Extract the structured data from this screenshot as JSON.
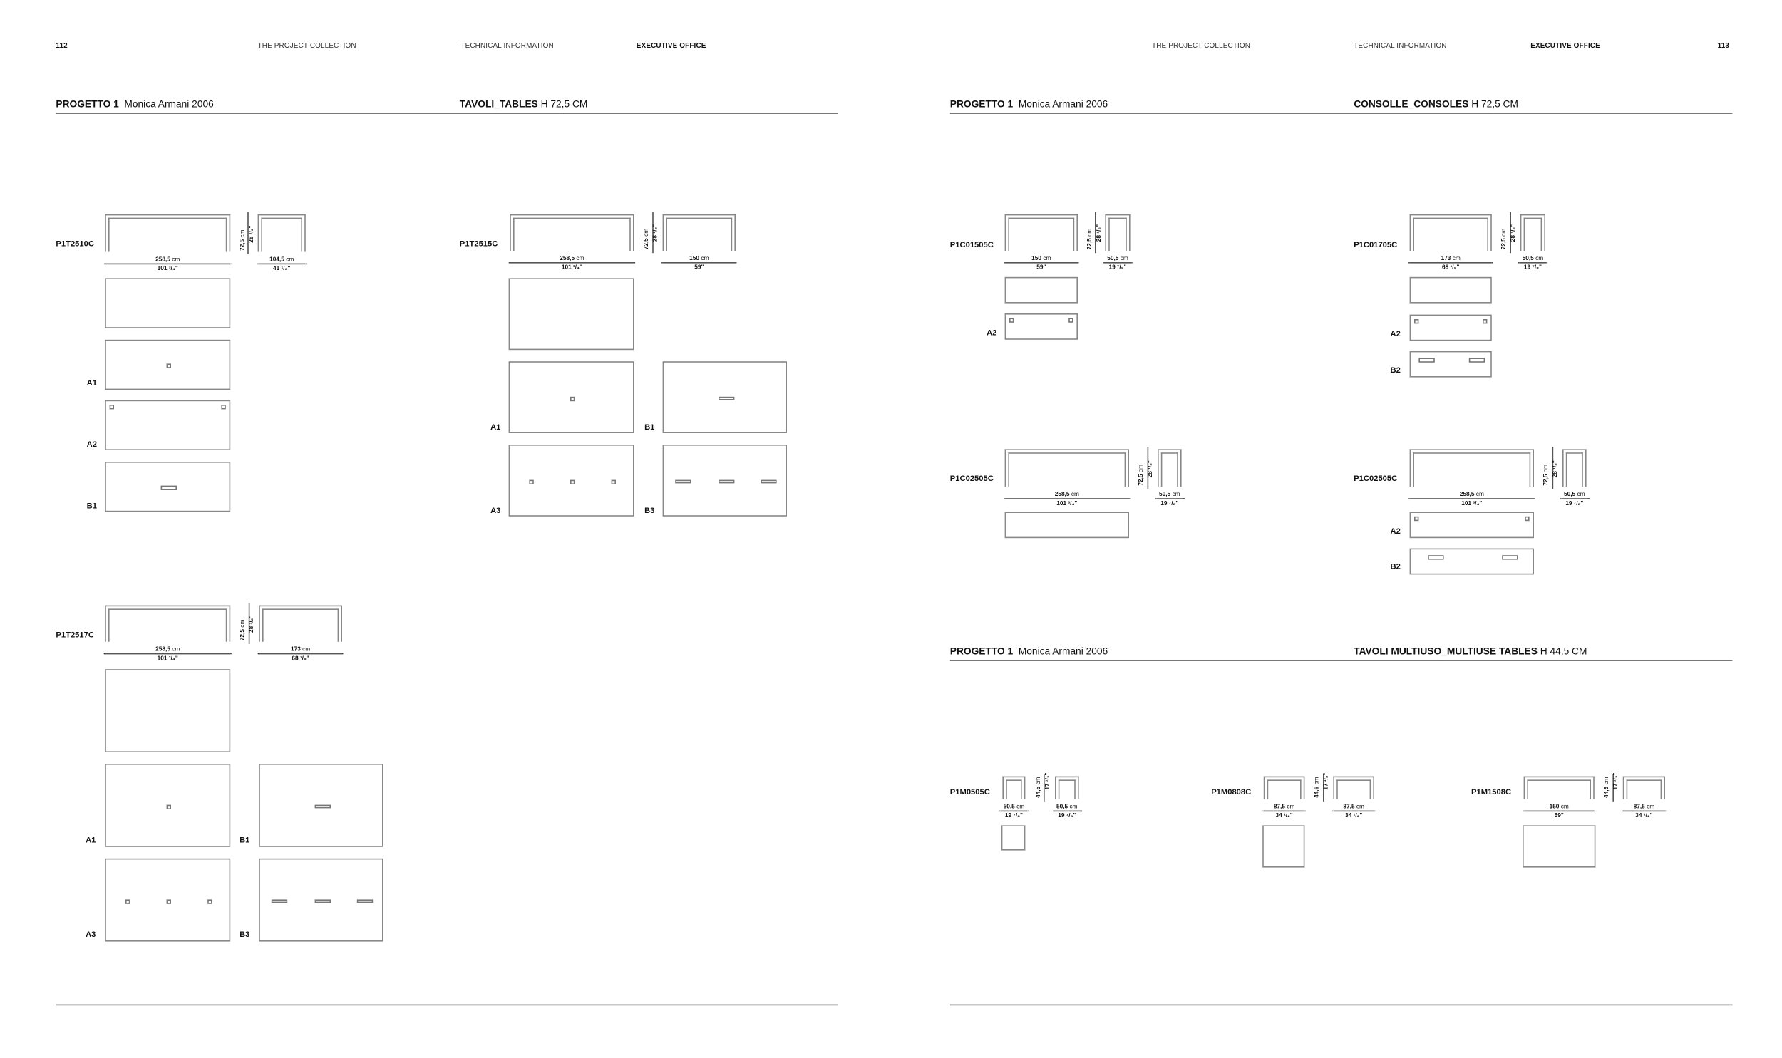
{
  "left_page": {
    "page_number": "112",
    "header": [
      "THE PROJECT COLLECTION",
      "TECHNICAL INFORMATION",
      "EXECUTIVE OFFICE"
    ],
    "section": {
      "project": "PROGETTO 1",
      "designer": "Monica Armani 2006",
      "category": "TAVOLI_TABLES",
      "height": "H 72,5 CM"
    }
  },
  "right_page": {
    "page_number": "113",
    "header": [
      "THE PROJECT COLLECTION",
      "TECHNICAL INFORMATION",
      "EXECUTIVE OFFICE"
    ],
    "sections": [
      {
        "project": "PROGETTO 1",
        "designer": "Monica Armani 2006",
        "category": "CONSOLLE_CONSOLES",
        "height": "H 72,5 CM"
      },
      {
        "project": "PROGETTO 1",
        "designer": "Monica Armani 2006",
        "category": "TAVOLI MULTIUSO_MULTIUSE TABLES",
        "height": "H 44,5 CM"
      }
    ]
  },
  "products": [
    {
      "code": "P1T2510C",
      "height_cm": "72,5",
      "height_in": "28 ¹/₂\"",
      "width_cm": "258,5",
      "width_in": "101 ³/₄\"",
      "depth_cm": "104,5",
      "depth_in": "41 ¹/₈\"",
      "plans": [
        {
          "label": "",
          "type": "plain"
        },
        {
          "label": "A1",
          "type": "A1"
        },
        {
          "label": "A2",
          "type": "A2"
        },
        {
          "label": "B1",
          "type": "B1"
        }
      ]
    },
    {
      "code": "P1T2515C",
      "height_cm": "72,5",
      "height_in": "28 ¹/₂\"",
      "width_cm": "258,5",
      "width_in": "101 ³/₄\"",
      "depth_cm": "150",
      "depth_in": "59\"",
      "plans": [
        {
          "label": "",
          "type": "plain"
        },
        {
          "label": "A1",
          "type": "A1"
        },
        {
          "label": "B1",
          "type": "B1"
        },
        {
          "label": "A3",
          "type": "A3"
        },
        {
          "label": "B3",
          "type": "B3"
        }
      ]
    },
    {
      "code": "P1T2517C",
      "height_cm": "72,5",
      "height_in": "28 ¹/₂\"",
      "width_cm": "258,5",
      "width_in": "101 ³/₄\"",
      "depth_cm": "173",
      "depth_in": "68 ¹/₈\"",
      "plans": [
        {
          "label": "",
          "type": "plain"
        },
        {
          "label": "A1",
          "type": "A1"
        },
        {
          "label": "B1",
          "type": "B1"
        },
        {
          "label": "A3",
          "type": "A3"
        },
        {
          "label": "B3",
          "type": "B3"
        }
      ]
    },
    {
      "code": "P1C01505C",
      "height_cm": "72,5",
      "height_in": "28 ¹/₂\"",
      "width_cm": "150",
      "width_in": "59\"",
      "depth_cm": "50,5",
      "depth_in": "19 ⁷/₈\"",
      "plans": [
        {
          "label": "",
          "type": "plain"
        },
        {
          "label": "A2",
          "type": "A2"
        }
      ]
    },
    {
      "code": "P1C01705C",
      "height_cm": "72,5",
      "height_in": "28 ¹/₂\"",
      "width_cm": "173",
      "width_in": "68 ¹/₈\"",
      "depth_cm": "50,5",
      "depth_in": "19 ⁷/₈\"",
      "plans": [
        {
          "label": "",
          "type": "plain"
        },
        {
          "label": "A2",
          "type": "A2"
        },
        {
          "label": "B2",
          "type": "B2"
        }
      ]
    },
    {
      "code": "P1C02505C",
      "height_cm": "72,5",
      "height_in": "28 ¹/₂\"",
      "width_cm": "258,5",
      "width_in": "101 ³/₄\"",
      "depth_cm": "50,5",
      "depth_in": "19 ⁷/₈\"",
      "plans": [
        {
          "label": "",
          "type": "plain"
        }
      ]
    },
    {
      "code": "P1C02505C",
      "height_cm": "72,5",
      "height_in": "28 ¹/₂\"",
      "width_cm": "258,5",
      "width_in": "101 ³/₄\"",
      "depth_cm": "50,5",
      "depth_in": "19 ⁷/₈\"",
      "plans": [
        {
          "label": "A2",
          "type": "A2"
        },
        {
          "label": "B2",
          "type": "B2"
        }
      ]
    },
    {
      "code": "P1M0505C",
      "height_cm": "44,5",
      "height_in": "17 ¹/₂\"",
      "width_cm": "50,5",
      "width_in": "19 ⁷/₈\"",
      "depth_cm": "50,5",
      "depth_in": "19 ⁷/₈\"",
      "plans": [
        {
          "label": "",
          "type": "plain"
        }
      ]
    },
    {
      "code": "P1M0808C",
      "height_cm": "44,5",
      "height_in": "17 ¹/₂\"",
      "width_cm": "87,5",
      "width_in": "34 ¹/₂\"",
      "depth_cm": "87,5",
      "depth_in": "34 ¹/₂\"",
      "plans": [
        {
          "label": "",
          "type": "plain"
        }
      ]
    },
    {
      "code": "P1M1508C",
      "height_cm": "44,5",
      "height_in": "17 ¹/₂\"",
      "width_cm": "150",
      "width_in": "59\"",
      "depth_cm": "87,5",
      "depth_in": "34 ¹/₂\"",
      "plans": [
        {
          "label": "",
          "type": "plain"
        }
      ]
    }
  ],
  "units": {
    "cm": "cm"
  }
}
